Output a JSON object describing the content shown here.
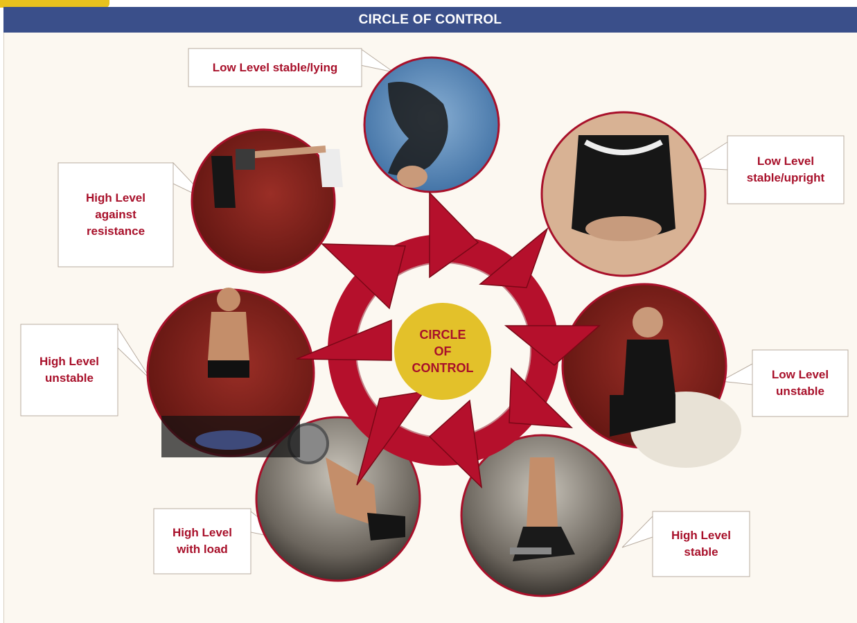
{
  "title": "CIRCLE OF CONTROL",
  "center_label": "CIRCLE\nOF\nCONTROL",
  "colors": {
    "title_bar": "#3a4f8a",
    "accent_tab": "#e8c21e",
    "ring": "#b5102c",
    "center_disc": "#e3c12a",
    "label_text": "#a8102a",
    "background": "#fcf8f1"
  },
  "stages": [
    {
      "id": "low-lying",
      "label": "Low Level stable/lying",
      "photo": "woman lying on back on blue mat"
    },
    {
      "id": "low-upright",
      "label": "Low Level\nstable/upright",
      "photo": "seated woman with hands on abdomen"
    },
    {
      "id": "low-unstable",
      "label": "Low Level\nunstable",
      "photo": "woman seated on stability ball"
    },
    {
      "id": "high-stable",
      "label": "High Level\nstable",
      "photo": "man lunging with dumbbells"
    },
    {
      "id": "high-load",
      "label": "High Level\nwith load",
      "photo": "man lifting barbell overhead"
    },
    {
      "id": "high-unstable",
      "label": "High Level\nunstable",
      "photo": "man balancing on one leg on dome"
    },
    {
      "id": "high-resistance",
      "label": "High Level\nagainst\nresistance",
      "photo": "kicking drill against pad"
    }
  ]
}
